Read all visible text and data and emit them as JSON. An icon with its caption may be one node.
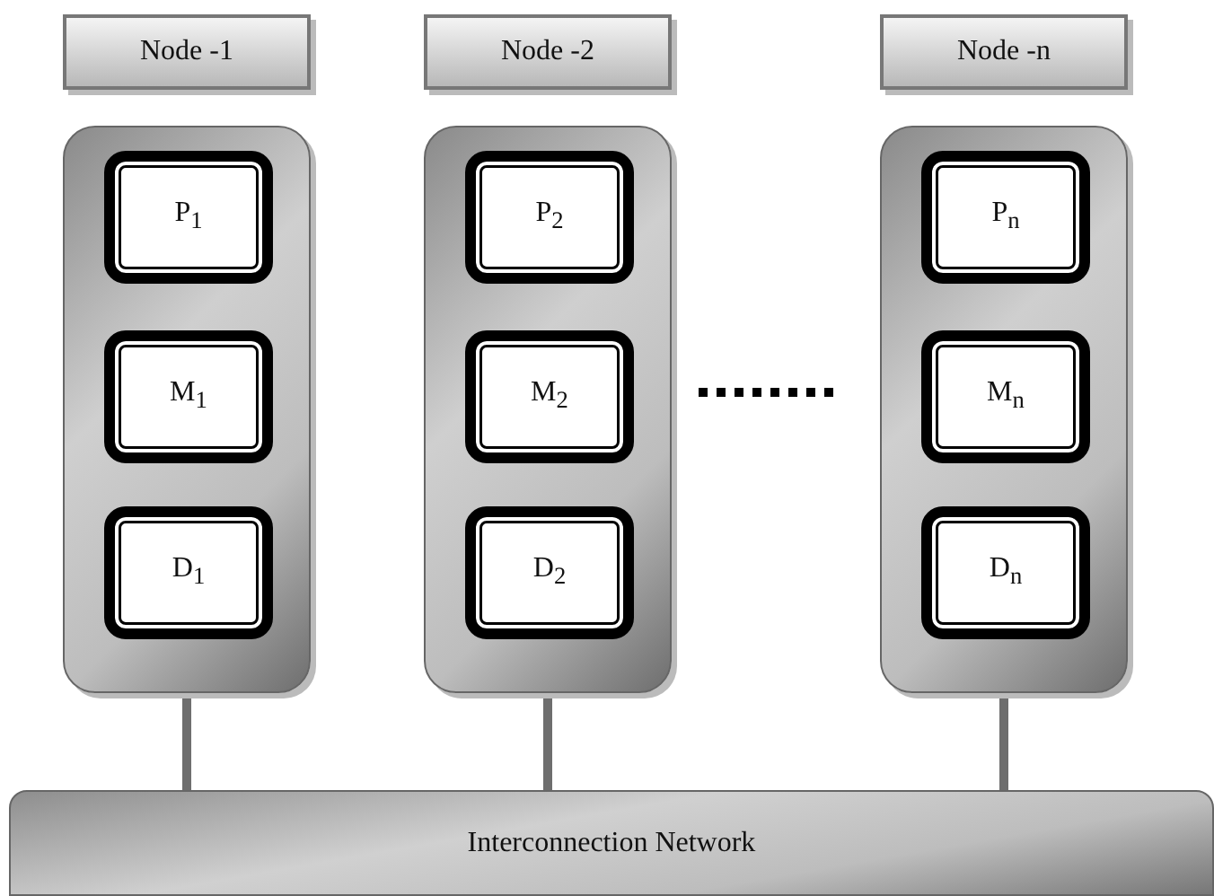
{
  "diagram": {
    "nodes": [
      {
        "text": [
          "Node -1"
        ]
      },
      {
        "text": [
          "Node -2"
        ]
      },
      {
        "text": [
          "Node -n"
        ]
      },
      {
        "text": [],
        "shape": "box"
      },
      {
        "text": [
          "P$_{1}$"
        ],
        "in": 3
      },
      {
        "text": [
          "M$_{1}$"
        ],
        "in": 3
      },
      {
        "text": [
          "D$_{1}$"
        ],
        "in": 3
      },
      {
        "text": [],
        "shape": "box"
      },
      {
        "text": [
          "P$_{2}$"
        ],
        "in": 7
      },
      {
        "text": [
          "M$_{2}$"
        ],
        "in": 7
      },
      {
        "text": [
          "D$_{2}$"
        ],
        "in": 7
      },
      {
        "text": [],
        "shape": "box"
      },
      {
        "text": [
          "P$_{n}$"
        ],
        "in": 11
      },
      {
        "text": [
          "M$_{n}$"
        ],
        "in": 11
      },
      {
        "text": [
          "D$_{n}$"
        ],
        "in": 11
      },
      {
        "text": [
          "Interconnection Network"
        ]
      }
    ],
    "edges": [
      {
        "from": 3,
        "to": 15,
        "arrow": "none"
      },
      {
        "from": 7,
        "to": 15,
        "arrow": "none"
      },
      {
        "from": 11,
        "to": 15,
        "arrow": "none"
      }
    ]
  }
}
